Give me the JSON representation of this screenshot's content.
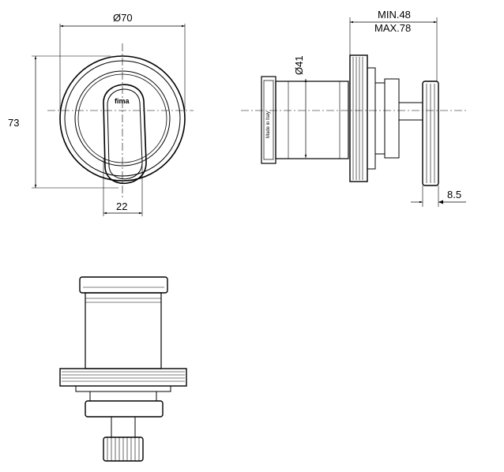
{
  "front_view": {
    "diameter_label": "Ø70",
    "height_label": "73",
    "handle_width_label": "22",
    "brand_logo": "fima"
  },
  "side_view": {
    "depth_label_min": "MIN.48",
    "depth_label_max": "MAX.78",
    "diameter_label": "Ø41",
    "knob_depth_label": "8.5",
    "stamp_text": "Made in Italy"
  },
  "colors": {
    "line": "#000000",
    "background": "#ffffff"
  }
}
